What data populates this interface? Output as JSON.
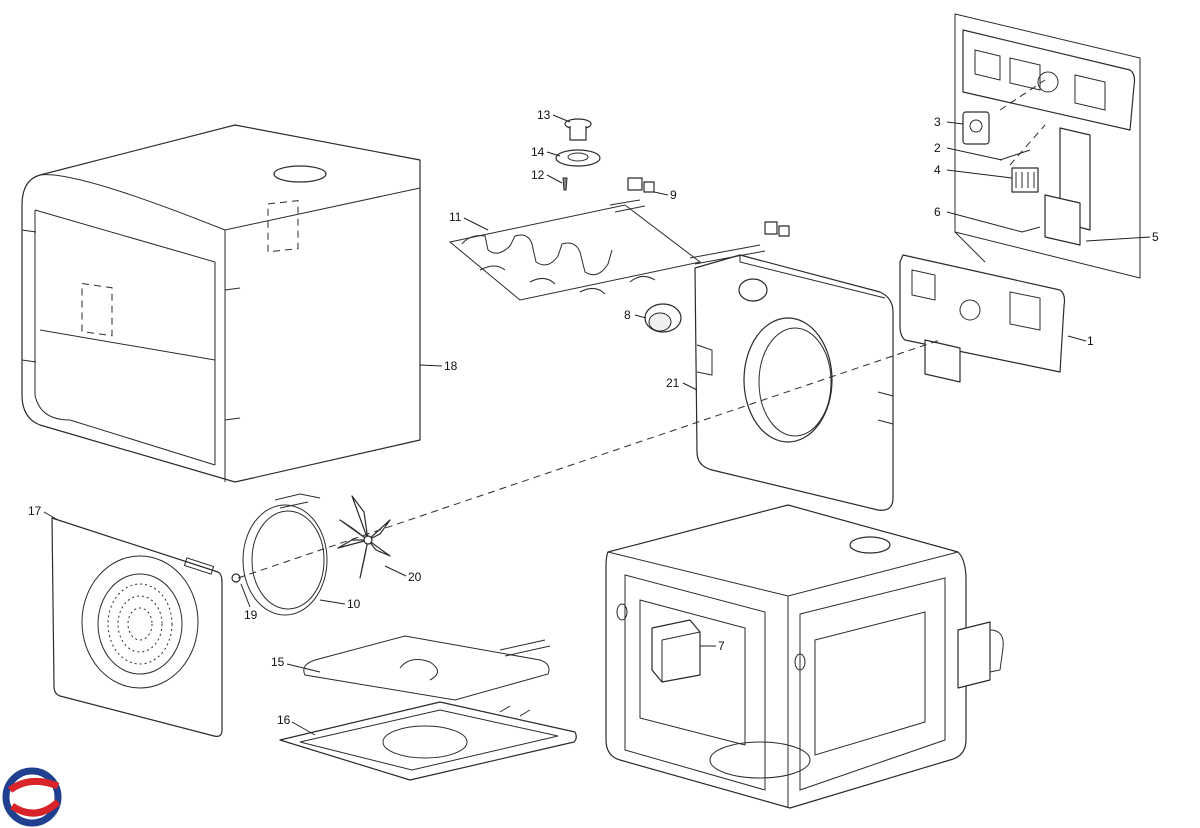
{
  "diagram": {
    "type": "exploded-parts-diagram",
    "callouts": [
      {
        "id": "c1",
        "label": "1"
      },
      {
        "id": "c2",
        "label": "2"
      },
      {
        "id": "c3",
        "label": "3"
      },
      {
        "id": "c4",
        "label": "4"
      },
      {
        "id": "c5",
        "label": "5"
      },
      {
        "id": "c6",
        "label": "6"
      },
      {
        "id": "c7",
        "label": "7"
      },
      {
        "id": "c8",
        "label": "8"
      },
      {
        "id": "c9",
        "label": "9"
      },
      {
        "id": "c10",
        "label": "10"
      },
      {
        "id": "c11",
        "label": "11"
      },
      {
        "id": "c12",
        "label": "12"
      },
      {
        "id": "c13",
        "label": "13"
      },
      {
        "id": "c14",
        "label": "14"
      },
      {
        "id": "c15",
        "label": "15"
      },
      {
        "id": "c16",
        "label": "16"
      },
      {
        "id": "c17",
        "label": "17"
      },
      {
        "id": "c18",
        "label": "18"
      },
      {
        "id": "c19",
        "label": "19"
      },
      {
        "id": "c20",
        "label": "20"
      },
      {
        "id": "c21",
        "label": "21"
      }
    ]
  },
  "logo": {
    "icon": "brand-swirl-logo",
    "colors": {
      "blue": "#1f3f8f",
      "red": "#d8232a"
    }
  }
}
